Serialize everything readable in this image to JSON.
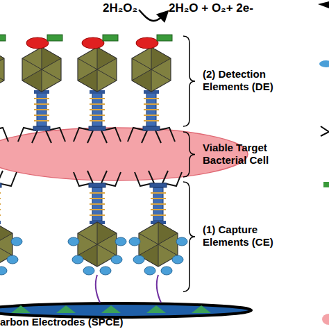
{
  "diagram": {
    "nodes": [
      {
        "text": [
          "2H₂O₂"
        ]
      },
      {
        "text": [
          "2H₂O + O₂+ 2e-"
        ]
      }
    ],
    "edges": [
      {
        "from": 0,
        "to": 1,
        "arrow": "to"
      }
    ],
    "labels": [
      "(2) Detection Elements (DE)",
      "Viable Target Bacterial Cell",
      "(1) Capture Elements (CE)",
      "arbon Electrodes (SPCE)"
    ]
  }
}
